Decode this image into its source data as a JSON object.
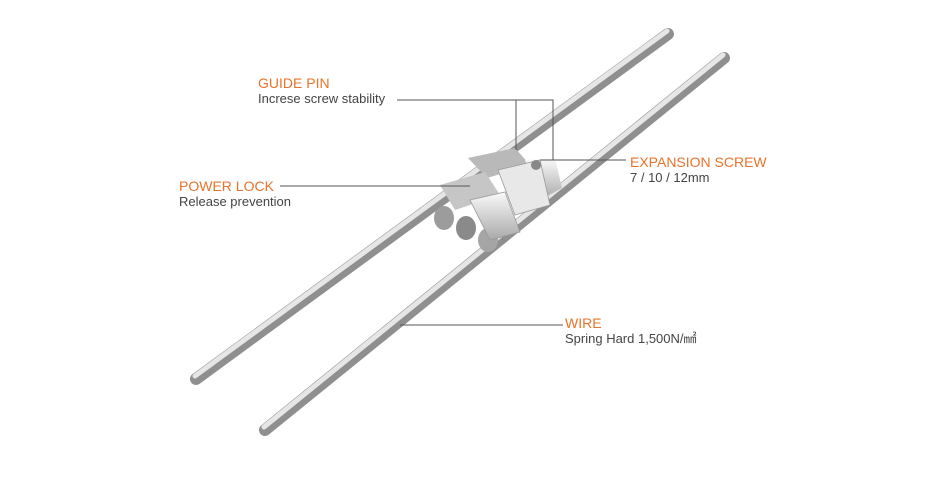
{
  "colors": {
    "accent": "#e8732a",
    "text": "#444444",
    "leader": "#555555"
  },
  "callouts": {
    "guide_pin": {
      "title": "GUIDE PIN",
      "desc": "Increse screw stability"
    },
    "expansion_screw": {
      "title": "EXPANSION SCREW",
      "desc": "7 / 10 / 12mm"
    },
    "power_lock": {
      "title": "POWER LOCK",
      "desc": "Release prevention"
    },
    "wire": {
      "title": "WIRE",
      "desc": "Spring Hard 1,500N/㎟"
    }
  }
}
